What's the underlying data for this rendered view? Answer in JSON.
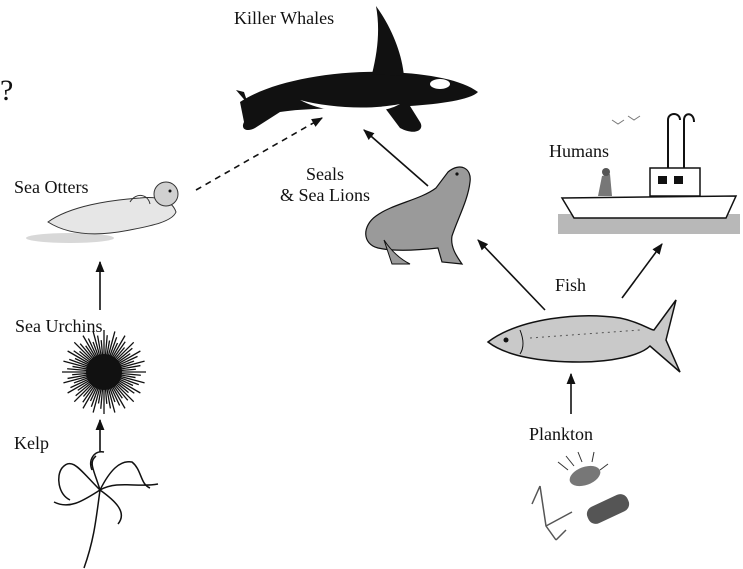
{
  "labels": {
    "killer_whales": "Killer Whales",
    "question_mark": "?",
    "humans": "Humans",
    "seals_line1": "Seals",
    "seals_line2": "& Sea Lions",
    "sea_otters": "Sea Otters",
    "sea_urchins": "Sea Urchins",
    "kelp": "Kelp",
    "fish": "Fish",
    "plankton": "Plankton"
  },
  "links": [
    {
      "from": "kelp",
      "to": "sea_urchins",
      "style": "solid"
    },
    {
      "from": "sea_urchins",
      "to": "sea_otters",
      "style": "solid"
    },
    {
      "from": "sea_otters",
      "to": "killer_whales",
      "style": "dashed"
    },
    {
      "from": "seals_sea_lions",
      "to": "killer_whales",
      "style": "solid"
    },
    {
      "from": "fish",
      "to": "seals_sea_lions",
      "style": "solid"
    },
    {
      "from": "fish",
      "to": "humans",
      "style": "solid"
    },
    {
      "from": "plankton",
      "to": "fish",
      "style": "solid"
    }
  ],
  "colors": {
    "ink": "#111111",
    "gray": "#9a9a9a",
    "light": "#d8d8d8"
  }
}
